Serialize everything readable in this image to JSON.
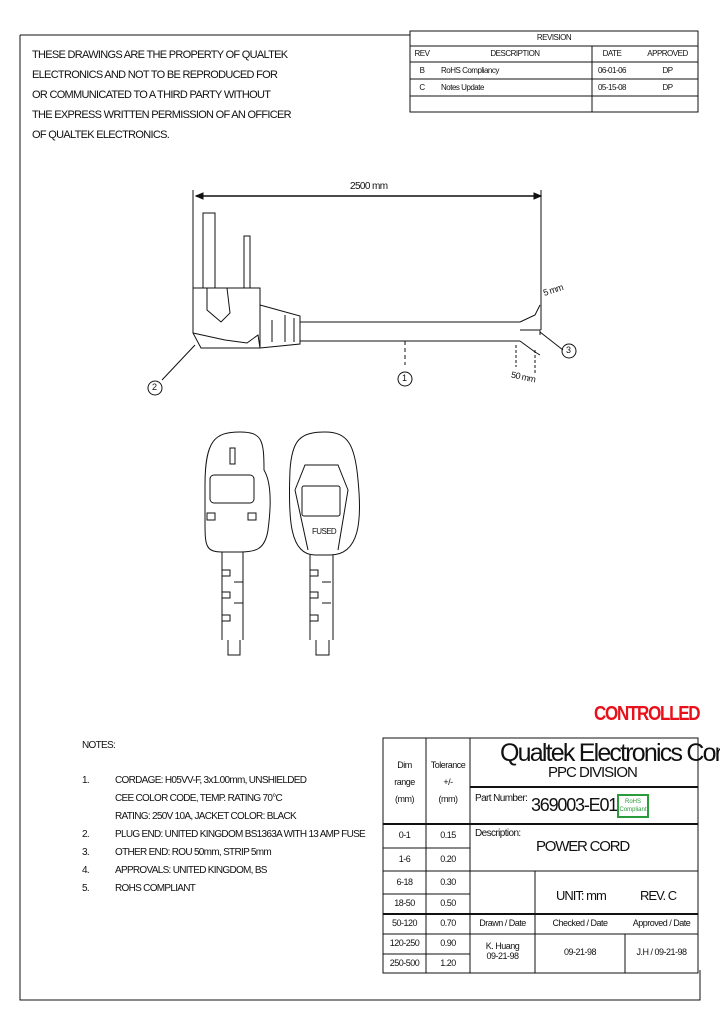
{
  "property_notice": [
    "THESE DRAWINGS ARE THE PROPERTY OF QUALTEK",
    "ELECTRONICS AND NOT TO BE REPRODUCED FOR",
    "OR COMMUNICATED TO A THIRD PARTY WITHOUT",
    "THE EXPRESS WRITTEN PERMISSION OF AN OFFICER",
    "OF QUALTEK ELECTRONICS."
  ],
  "revision": {
    "title": "REVISION",
    "headers": [
      "REV",
      "DESCRIPTION",
      "DATE",
      "APPROVED"
    ],
    "rows": [
      {
        "rev": "B",
        "description": "RoHS Compliancy",
        "date": "06-01-06",
        "approved": "DP"
      },
      {
        "rev": "C",
        "description": "Notes Update",
        "date": "05-15-08",
        "approved": "DP"
      }
    ]
  },
  "drawing": {
    "length_label": "2500 mm",
    "strip_label": "5 mm",
    "rou_label": "50 mm",
    "callouts": [
      "1",
      "2",
      "3"
    ],
    "fuse_label": "FUSED"
  },
  "stamp": "CONTROLLED",
  "notes": {
    "title": "NOTES:",
    "items": [
      {
        "num": "1.",
        "lines": [
          "CORDAGE: H05VV-F, 3x1.00mm, UNSHIELDED",
          "CEE COLOR CODE, TEMP. RATING 70°C",
          "RATING: 250V 10A, JACKET COLOR: BLACK"
        ]
      },
      {
        "num": "2.",
        "lines": [
          "PLUG END: UNITED KINGDOM BS1363A WITH 13 AMP FUSE"
        ]
      },
      {
        "num": "3.",
        "lines": [
          "OTHER END: ROU 50mm, STRIP 5mm"
        ]
      },
      {
        "num": "4.",
        "lines": [
          "APPROVALS: UNITED KINGDOM, BS"
        ]
      },
      {
        "num": "5.",
        "lines": [
          "ROHS COMPLIANT"
        ]
      }
    ]
  },
  "title_block": {
    "dim_header": [
      "Dim",
      "range",
      "(mm)"
    ],
    "tol_header": [
      "Tolerance",
      "+/-",
      "(mm)"
    ],
    "tolerances": [
      [
        "0-1",
        "0.15"
      ],
      [
        "1-6",
        "0.20"
      ],
      [
        "6-18",
        "0.30"
      ],
      [
        "18-50",
        "0.50"
      ],
      [
        "50-120",
        "0.70"
      ],
      [
        "120-250",
        "0.90"
      ],
      [
        "250-500",
        "1.20"
      ]
    ],
    "company": "Qualtek Electronics Corp.",
    "division": "PPC DIVISION",
    "part_number_label": "Part Number:",
    "part_number": "369003-E01",
    "rohs_badge": [
      "RoHS",
      "Compliant"
    ],
    "description_label": "Description:",
    "description": "POWER CORD",
    "unit": "UNIT: mm",
    "rev": "REV. C",
    "drawn_label": "Drawn / Date",
    "checked_label": "Checked / Date",
    "approved_label": "Approved / Date",
    "drawn_value": [
      "K. Huang",
      "09-21-98"
    ],
    "checked_value": "09-21-98",
    "approved_value": "J.H / 09-21-98"
  },
  "colors": {
    "stamp": "#e8101a",
    "rohs": "#2a9a3a"
  }
}
